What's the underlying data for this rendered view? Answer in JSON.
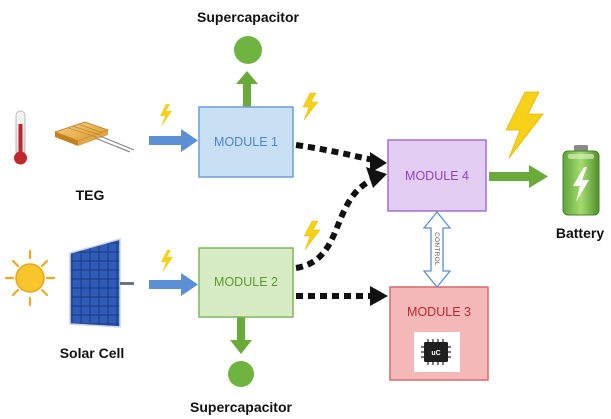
{
  "labels": {
    "supercap_top": "Supercapacitor",
    "supercap_bottom": "Supercapacitor",
    "teg": "TEG",
    "solar": "Solar Cell",
    "battery": "Battery"
  },
  "modules": {
    "m1": "MODULE 1",
    "m2": "MODULE 2",
    "m3": "MODULE 3",
    "m4": "MODULE 4"
  },
  "control_label": "CONTROL",
  "chip_label": "uC",
  "colors": {
    "module1_fill": "#c9e0f4",
    "module1_stroke": "#6d9ed3",
    "module1_text": "#4a86c8",
    "module2_fill": "#d7ecc4",
    "module2_stroke": "#7fb85a",
    "module2_text": "#5a9a2c",
    "module3_fill": "#f4b8b8",
    "module3_stroke": "#d96a6a",
    "module3_text": "#c0272d",
    "module4_fill": "#e3cdf2",
    "module4_stroke": "#a56fd0",
    "module4_text": "#9440c9",
    "green_arrow": "#6aaa3a",
    "blue_arrow": "#5b8fd6",
    "bolt": "#f7d117"
  }
}
